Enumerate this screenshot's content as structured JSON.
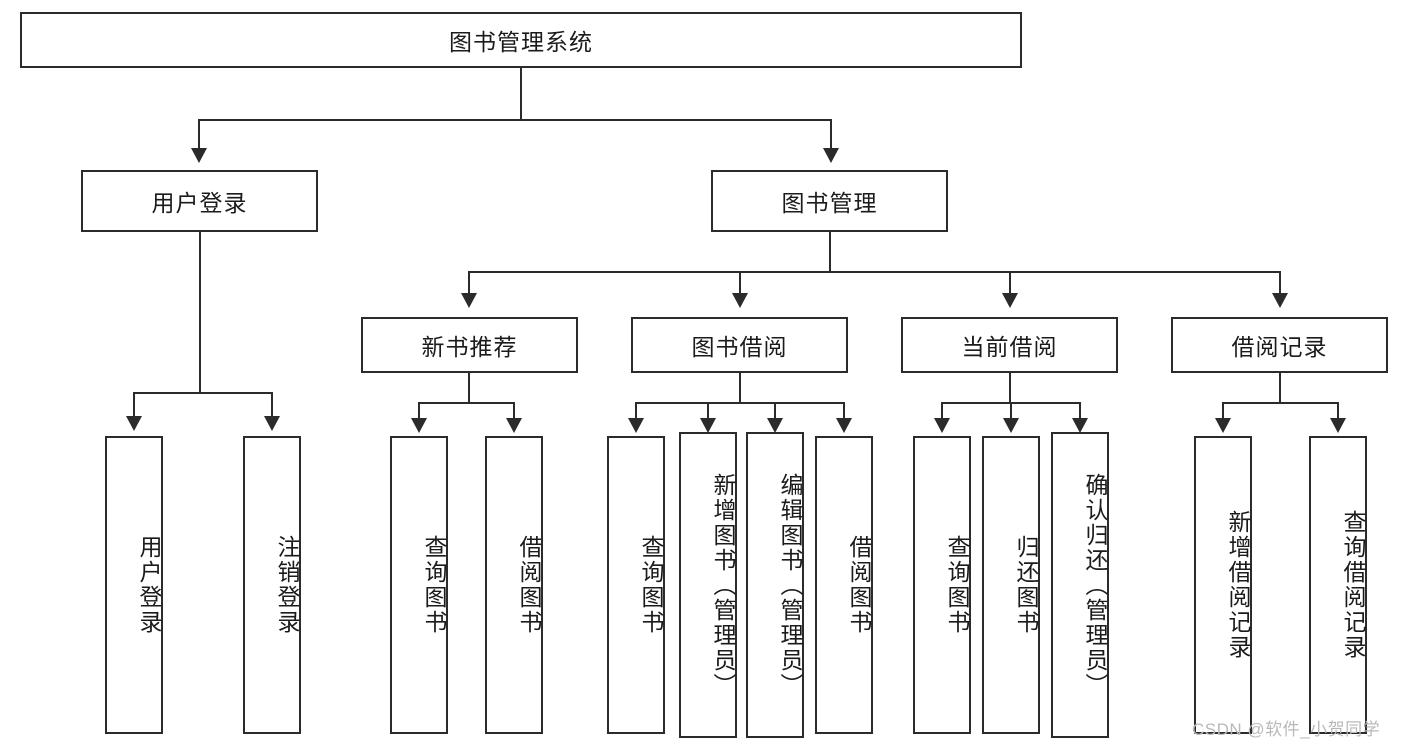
{
  "diagram": {
    "title": "图书管理系统",
    "type": "hierarchy-tree",
    "root": {
      "label": "图书管理系统"
    },
    "level2": [
      {
        "label": "用户登录"
      },
      {
        "label": "图书管理"
      }
    ],
    "level3": [
      {
        "label": "新书推荐"
      },
      {
        "label": "图书借阅"
      },
      {
        "label": "当前借阅"
      },
      {
        "label": "借阅记录"
      }
    ],
    "leaves": {
      "user_login": [
        {
          "label": "用户登录"
        },
        {
          "label": "注销登录"
        }
      ],
      "new_book_recommend": [
        {
          "label": "查询图书"
        },
        {
          "label": "借阅图书"
        }
      ],
      "book_borrow": [
        {
          "label": "查询图书"
        },
        {
          "label": "新增图书（管理员）"
        },
        {
          "label": "编辑图书（管理员）"
        },
        {
          "label": "借阅图书"
        }
      ],
      "current_borrow": [
        {
          "label": "查询图书"
        },
        {
          "label": "归还图书"
        },
        {
          "label": "确认归还（管理员）"
        }
      ],
      "borrow_record": [
        {
          "label": "新增借阅记录"
        },
        {
          "label": "查询借阅记录"
        }
      ]
    }
  },
  "watermark": {
    "text": "CSDN @软件_小贺同学"
  },
  "colors": {
    "stroke": "#2b2b2b",
    "background": "#ffffff",
    "text": "#1b1b1b",
    "watermark": "#b9b9b9"
  }
}
